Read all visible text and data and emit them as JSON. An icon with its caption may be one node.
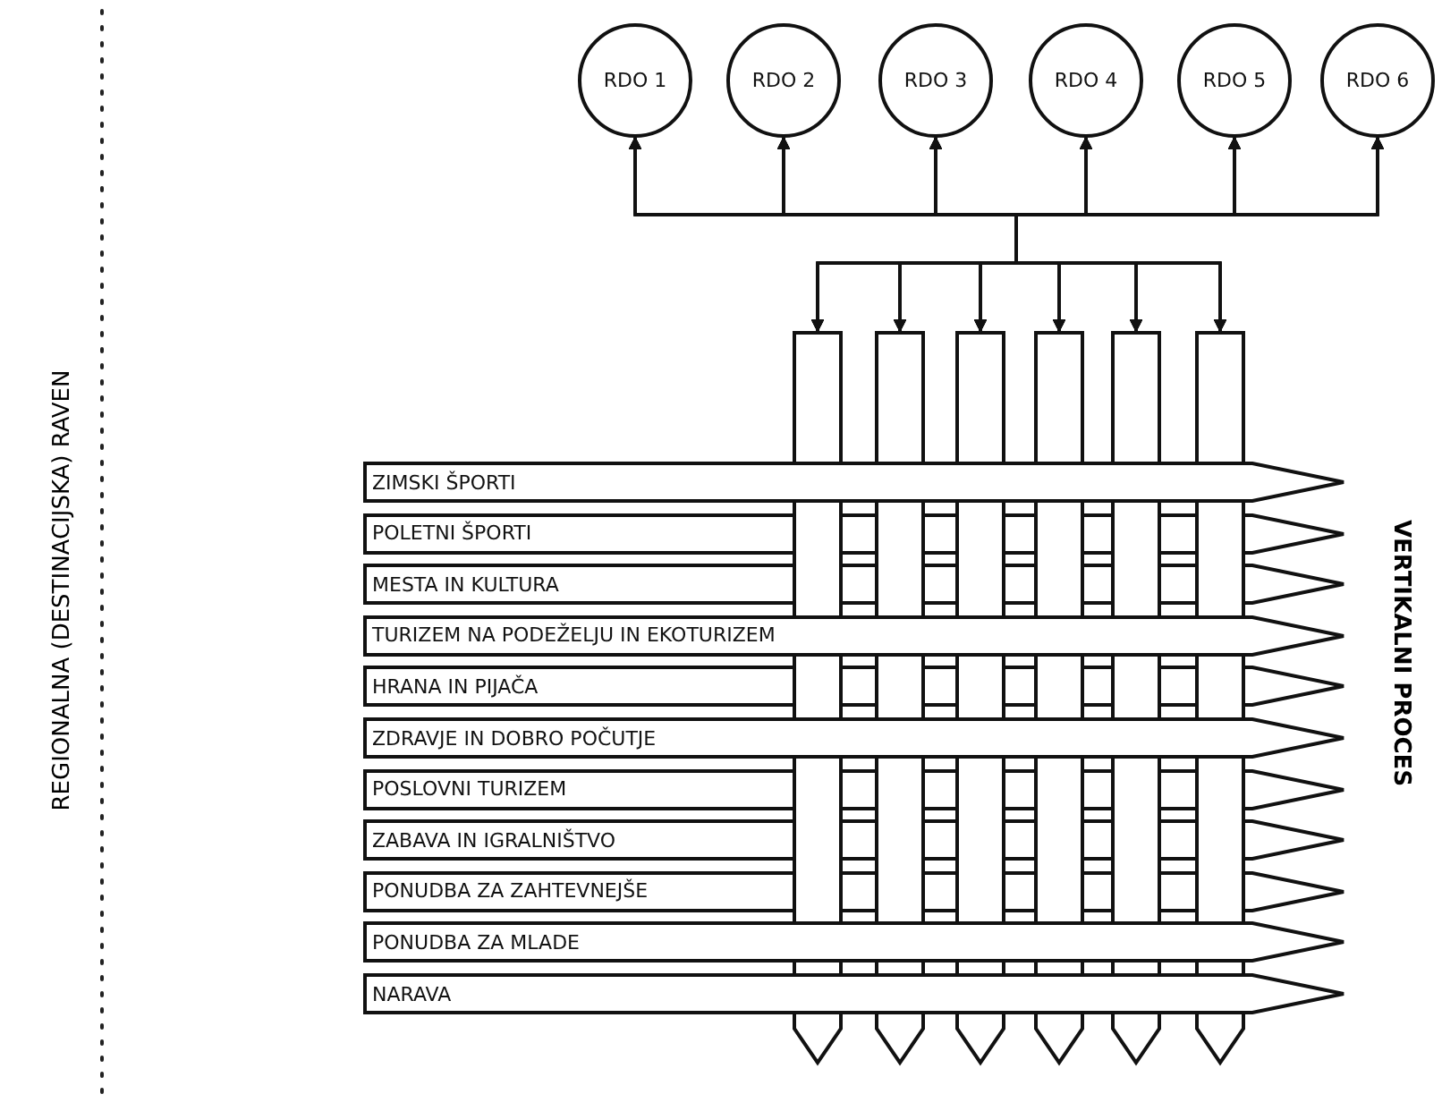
{
  "diagram": {
    "nodes": [
      {
        "text": [
          "RDO 1"
        ]
      },
      {
        "text": [
          "RDO 2"
        ]
      },
      {
        "text": [
          "RDO 3"
        ]
      },
      {
        "text": [
          "RDO 4"
        ]
      },
      {
        "text": [
          "RDO 5"
        ]
      },
      {
        "text": [
          "RDO 6"
        ]
      },
      {
        "text": [],
        "shape": "bar"
      },
      {
        "text": [],
        "shape": "bar"
      },
      {
        "text": [],
        "shape": "bar"
      },
      {
        "text": [],
        "shape": "bar"
      },
      {
        "text": [],
        "shape": "bar"
      },
      {
        "text": [],
        "shape": "bar"
      },
      {
        "text": [
          "ZIMSKI ŠPORTI"
        ]
      },
      {
        "text": [
          "POLETNI ŠPORTI"
        ]
      },
      {
        "text": [
          "MESTA IN KULTURA"
        ]
      },
      {
        "text": [
          "TURIZEM NA PODEŽELJU IN EKOTURIZEM"
        ]
      },
      {
        "text": [
          "HRANA IN PIJAČA"
        ]
      },
      {
        "text": [
          "ZDRAVJE IN DOBRO POČUTJE"
        ]
      },
      {
        "text": [
          "POSLOVNI TURIZEM"
        ]
      },
      {
        "text": [
          "ZABAVA IN IGRALNIŠTVO"
        ]
      },
      {
        "text": [
          "PONUDBA ZA ZAHTEVNEJŠE"
        ]
      },
      {
        "text": [
          "PONUDBA ZA MLADE"
        ]
      },
      {
        "text": [
          "NARAVA"
        ]
      }
    ],
    "edges": [
      {
        "from": 0,
        "to": 6,
        "arrow": "both"
      },
      {
        "from": 0,
        "to": 7,
        "arrow": "both"
      },
      {
        "from": 0,
        "to": 8,
        "arrow": "both"
      },
      {
        "from": 0,
        "to": 9,
        "arrow": "both"
      },
      {
        "from": 0,
        "to": 10,
        "arrow": "both"
      },
      {
        "from": 0,
        "to": 11,
        "arrow": "both"
      },
      {
        "from": 1,
        "to": 6,
        "arrow": "both"
      },
      {
        "from": 1,
        "to": 7,
        "arrow": "both"
      },
      {
        "from": 1,
        "to": 8,
        "arrow": "both"
      },
      {
        "from": 1,
        "to": 9,
        "arrow": "both"
      },
      {
        "from": 1,
        "to": 10,
        "arrow": "both"
      },
      {
        "from": 1,
        "to": 11,
        "arrow": "both"
      },
      {
        "from": 2,
        "to": 6,
        "arrow": "both"
      },
      {
        "from": 2,
        "to": 7,
        "arrow": "both"
      },
      {
        "from": 2,
        "to": 8,
        "arrow": "both"
      },
      {
        "from": 2,
        "to": 9,
        "arrow": "both"
      },
      {
        "from": 2,
        "to": 10,
        "arrow": "both"
      },
      {
        "from": 2,
        "to": 11,
        "arrow": "both"
      },
      {
        "from": 3,
        "to": 6,
        "arrow": "both"
      },
      {
        "from": 3,
        "to": 7,
        "arrow": "both"
      },
      {
        "from": 3,
        "to": 8,
        "arrow": "both"
      },
      {
        "from": 3,
        "to": 9,
        "arrow": "both"
      },
      {
        "from": 3,
        "to": 10,
        "arrow": "both"
      },
      {
        "from": 3,
        "to": 11,
        "arrow": "both"
      },
      {
        "from": 4,
        "to": 6,
        "arrow": "both"
      },
      {
        "from": 4,
        "to": 7,
        "arrow": "both"
      },
      {
        "from": 4,
        "to": 8,
        "arrow": "both"
      },
      {
        "from": 4,
        "to": 9,
        "arrow": "both"
      },
      {
        "from": 4,
        "to": 10,
        "arrow": "both"
      },
      {
        "from": 4,
        "to": 11,
        "arrow": "both"
      },
      {
        "from": 5,
        "to": 6,
        "arrow": "both"
      },
      {
        "from": 5,
        "to": 7,
        "arrow": "both"
      },
      {
        "from": 5,
        "to": 8,
        "arrow": "both"
      },
      {
        "from": 5,
        "to": 9,
        "arrow": "both"
      },
      {
        "from": 5,
        "to": 10,
        "arrow": "both"
      },
      {
        "from": 5,
        "to": 11,
        "arrow": "both"
      }
    ],
    "labels": [
      "REGIONALNA (DESTINACIJSKA) RAVEN",
      "VERTIKALNI PROCES"
    ]
  }
}
